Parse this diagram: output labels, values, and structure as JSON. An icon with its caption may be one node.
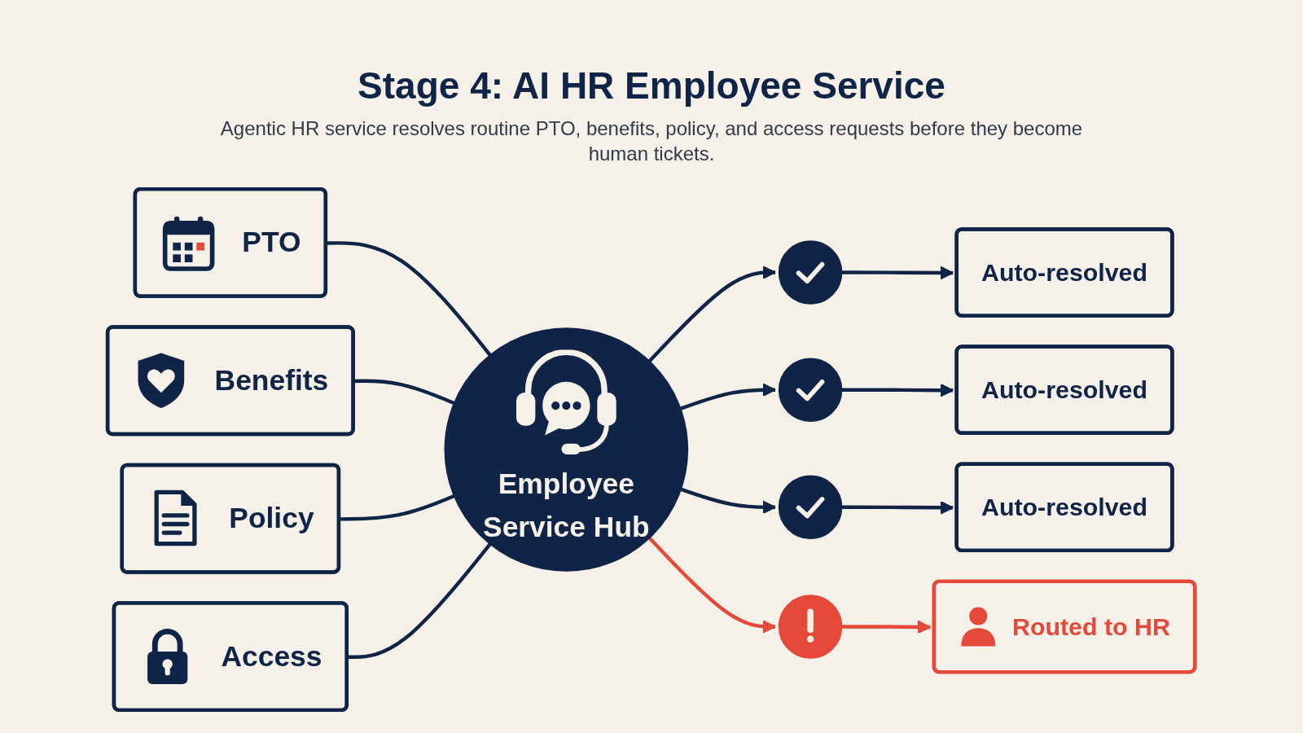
{
  "diagram": {
    "title": "Stage 4: AI HR Employee Service",
    "caption": "Agentic HR service resolves routine PTO, benefits, policy, and access requests before they become human tickets.",
    "nodes": [
      {
        "text": [
          "PTO"
        ]
      },
      {
        "text": [
          "Benefits"
        ]
      },
      {
        "text": [
          "Policy"
        ]
      },
      {
        "text": [
          "Access"
        ]
      },
      {
        "text": [
          "Employee Service Hub"
        ]
      },
      {
        "text": [],
        "shape": "circle"
      },
      {
        "text": [
          "Auto-resolved"
        ]
      },
      {
        "text": [],
        "shape": "circle"
      },
      {
        "text": [
          "Auto-resolved"
        ]
      },
      {
        "text": [],
        "shape": "circle"
      },
      {
        "text": [
          "Auto-resolved"
        ]
      },
      {
        "text": [],
        "shape": "circle"
      },
      {
        "text": [
          "Routed to HR"
        ]
      }
    ],
    "edges": [
      {
        "from": 0,
        "to": 4,
        "arrow": "none"
      },
      {
        "from": 1,
        "to": 4,
        "arrow": "none"
      },
      {
        "from": 2,
        "to": 4,
        "arrow": "none"
      },
      {
        "from": 3,
        "to": 4,
        "arrow": "none"
      },
      {
        "from": 4,
        "to": 5,
        "arrow": "to"
      },
      {
        "from": 4,
        "to": 7,
        "arrow": "to"
      },
      {
        "from": 4,
        "to": 9,
        "arrow": "to"
      },
      {
        "from": 4,
        "to": 11,
        "arrow": "to",
        "color": "#e5493a"
      },
      {
        "from": 5,
        "to": 6,
        "arrow": "to"
      },
      {
        "from": 7,
        "to": 8,
        "arrow": "to"
      },
      {
        "from": 9,
        "to": 10,
        "arrow": "to"
      },
      {
        "from": 11,
        "to": 12,
        "arrow": "to",
        "color": "#e5493a"
      }
    ]
  }
}
